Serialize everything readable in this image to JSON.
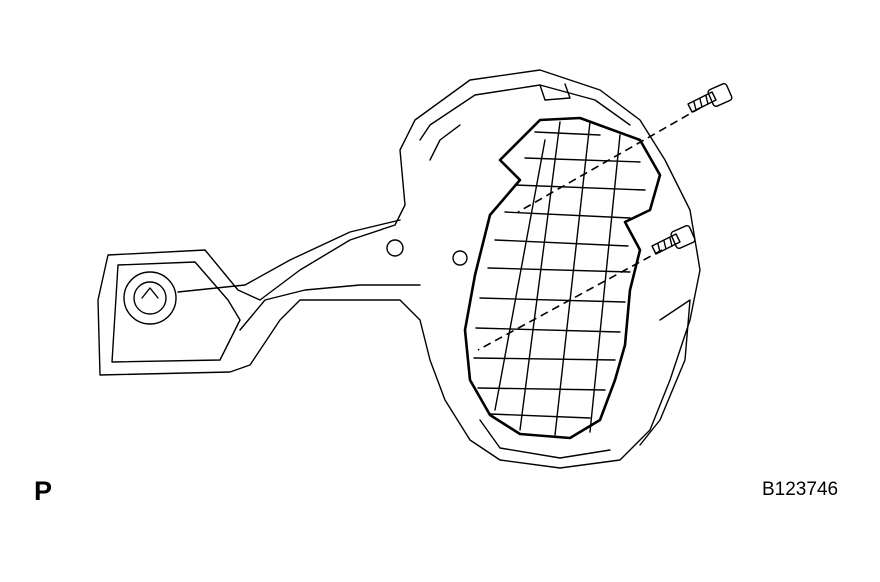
{
  "diagram": {
    "code_letter": "P",
    "figure_id": "B123746",
    "icons": [
      "pedal-bracket-illustration",
      "bolt-icon",
      "bolt-icon",
      "pedal-pad-illustration"
    ]
  }
}
